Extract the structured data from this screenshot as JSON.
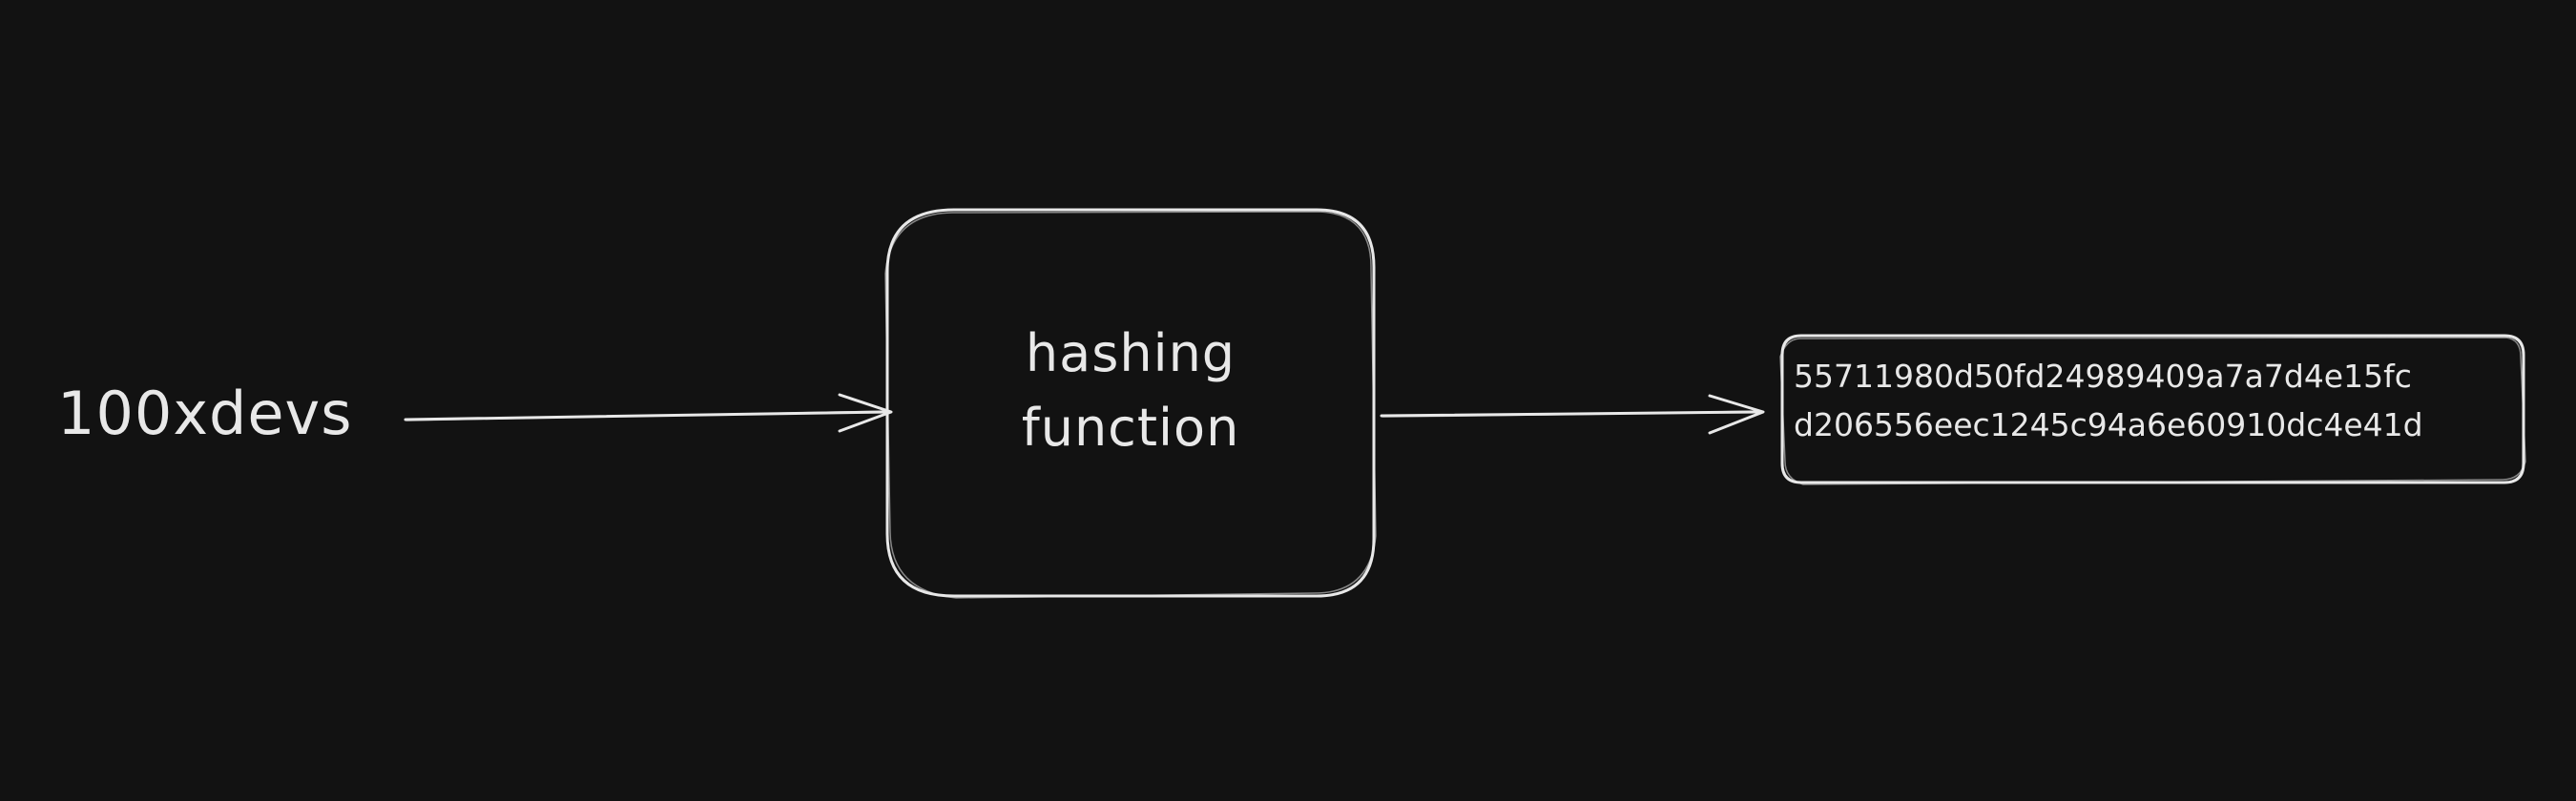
{
  "diagram": {
    "input_label": "100xdevs",
    "function_box": {
      "line1": "hashing",
      "line2": "function"
    },
    "output_hash": {
      "line1": "55711980d50fd24989409a7a7d4e15fc",
      "line2": "d206556eec1245c94a6e60910dc4e41d"
    },
    "colors": {
      "background": "#121212",
      "stroke": "#e8e8e8",
      "text": "#e8e8e8"
    }
  }
}
